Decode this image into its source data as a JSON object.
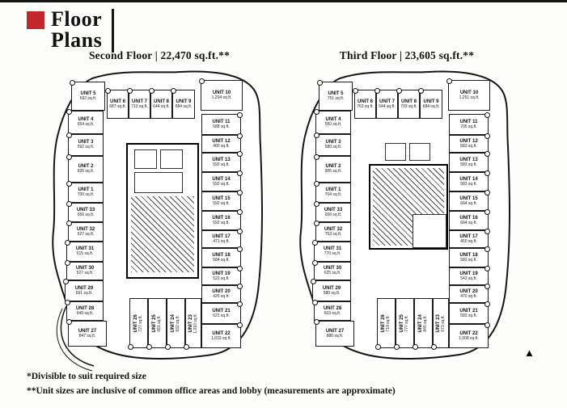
{
  "header": {
    "title_line1": "Floor",
    "title_line2": "Plans",
    "accent_color": "#c1272d"
  },
  "plans": [
    {
      "title": "Second Floor | 22,470 sq.ft.**",
      "units": [
        {
          "name": "UNIT 5",
          "sqft": "692 sq.ft."
        },
        {
          "name": "UNIT 6",
          "sqft": "687 sq.ft."
        },
        {
          "name": "UNIT 7",
          "sqft": "713 sq.ft."
        },
        {
          "name": "UNIT 8",
          "sqft": "644 sq.ft."
        },
        {
          "name": "UNIT 9",
          "sqft": "684 sq.ft."
        },
        {
          "name": "UNIT 10",
          "sqft": "1,204 sq.ft."
        },
        {
          "name": "UNIT 11",
          "sqft": "588 sq.ft."
        },
        {
          "name": "UNIT 12",
          "sqft": "400 sq.ft."
        },
        {
          "name": "UNIT 13",
          "sqft": "592 sq.ft."
        },
        {
          "name": "UNIT 14",
          "sqft": "592 sq.ft."
        },
        {
          "name": "UNIT 15",
          "sqft": "592 sq.ft."
        },
        {
          "name": "UNIT 16",
          "sqft": "592 sq.ft."
        },
        {
          "name": "UNIT 17",
          "sqft": "471 sq.ft."
        },
        {
          "name": "UNIT 18",
          "sqft": "584 sq.ft."
        },
        {
          "name": "UNIT 19",
          "sqft": "522 sq.ft."
        },
        {
          "name": "UNIT 20",
          "sqft": "425 sq.ft."
        },
        {
          "name": "UNIT 21",
          "sqft": "621 sq.ft."
        },
        {
          "name": "UNIT 22",
          "sqft": "1,032 sq.ft."
        },
        {
          "name": "UNIT 4",
          "sqft": "654 sq.ft."
        },
        {
          "name": "UNIT 3",
          "sqft": "592 sq.ft."
        },
        {
          "name": "UNIT 2",
          "sqft": "835 sq.ft."
        },
        {
          "name": "UNIT 1",
          "sqft": "700 sq.ft."
        },
        {
          "name": "UNIT 33",
          "sqft": "656 sq.ft."
        },
        {
          "name": "UNIT 32",
          "sqft": "627 sq.ft."
        },
        {
          "name": "UNIT 31",
          "sqft": "615 sq.ft."
        },
        {
          "name": "UNIT 30",
          "sqft": "527 sq.ft."
        },
        {
          "name": "UNIT 29",
          "sqft": "561 sq.ft."
        },
        {
          "name": "UNIT 28",
          "sqft": "649 sq.ft."
        },
        {
          "name": "UNIT 27",
          "sqft": "847 sq.ft."
        },
        {
          "name": "UNIT 26",
          "sqft": "727 sq.ft."
        },
        {
          "name": "UNIT 25",
          "sqft": "681 sq.ft."
        },
        {
          "name": "UNIT 24",
          "sqft": "832 sq.ft."
        },
        {
          "name": "UNIT 23",
          "sqft": "1,010 sq.ft."
        }
      ]
    },
    {
      "title": "Third Floor | 23,605 sq.ft.**",
      "units": [
        {
          "name": "UNIT 5",
          "sqft": "751 sq.ft."
        },
        {
          "name": "UNIT 6",
          "sqft": "763 sq.ft."
        },
        {
          "name": "UNIT 7",
          "sqft": "644 sq.ft."
        },
        {
          "name": "UNIT 8",
          "sqft": "793 sq.ft."
        },
        {
          "name": "UNIT 9",
          "sqft": "684 sq.ft."
        },
        {
          "name": "UNIT 10",
          "sqft": "1,251 sq.ft."
        },
        {
          "name": "UNIT 11",
          "sqft": "705 sq.ft."
        },
        {
          "name": "UNIT 12",
          "sqft": "583 sq.ft."
        },
        {
          "name": "UNIT 13",
          "sqft": "583 sq.ft."
        },
        {
          "name": "UNIT 14",
          "sqft": "583 sq.ft."
        },
        {
          "name": "UNIT 15",
          "sqft": "664 sq.ft."
        },
        {
          "name": "UNIT 16",
          "sqft": "664 sq.ft."
        },
        {
          "name": "UNIT 17",
          "sqft": "450 sq.ft."
        },
        {
          "name": "UNIT 18",
          "sqft": "583 sq.ft."
        },
        {
          "name": "UNIT 19",
          "sqft": "543 sq.ft."
        },
        {
          "name": "UNIT 20",
          "sqft": "470 sq.ft."
        },
        {
          "name": "UNIT 21",
          "sqft": "583 sq.ft."
        },
        {
          "name": "UNIT 22",
          "sqft": "1,008 sq.ft."
        },
        {
          "name": "UNIT 4",
          "sqft": "550 sq.ft."
        },
        {
          "name": "UNIT 3",
          "sqft": "580 sq.ft."
        },
        {
          "name": "UNIT 2",
          "sqft": "905 sq.ft."
        },
        {
          "name": "UNIT 1",
          "sqft": "704 sq.ft."
        },
        {
          "name": "UNIT 33",
          "sqft": "656 sq.ft."
        },
        {
          "name": "UNIT 32",
          "sqft": "753 sq.ft."
        },
        {
          "name": "UNIT 31",
          "sqft": "770 sq.ft."
        },
        {
          "name": "UNIT 30",
          "sqft": "625 sq.ft."
        },
        {
          "name": "UNIT 29",
          "sqft": "580 sq.ft."
        },
        {
          "name": "UNIT 28",
          "sqft": "603 sq.ft."
        },
        {
          "name": "UNIT 27",
          "sqft": "880 sq.ft."
        },
        {
          "name": "UNIT 26",
          "sqft": "710 sq.ft."
        },
        {
          "name": "UNIT 25",
          "sqft": "777 sq.ft."
        },
        {
          "name": "UNIT 24",
          "sqft": "845 sq.ft."
        },
        {
          "name": "UNIT 23",
          "sqft": "673 sq.ft."
        }
      ]
    }
  ],
  "footnotes": [
    "*Divisible to suit required size",
    "**Unit sizes are inclusive of common office areas and lobby (measurements are approximate)"
  ],
  "north_arrow": "▲"
}
